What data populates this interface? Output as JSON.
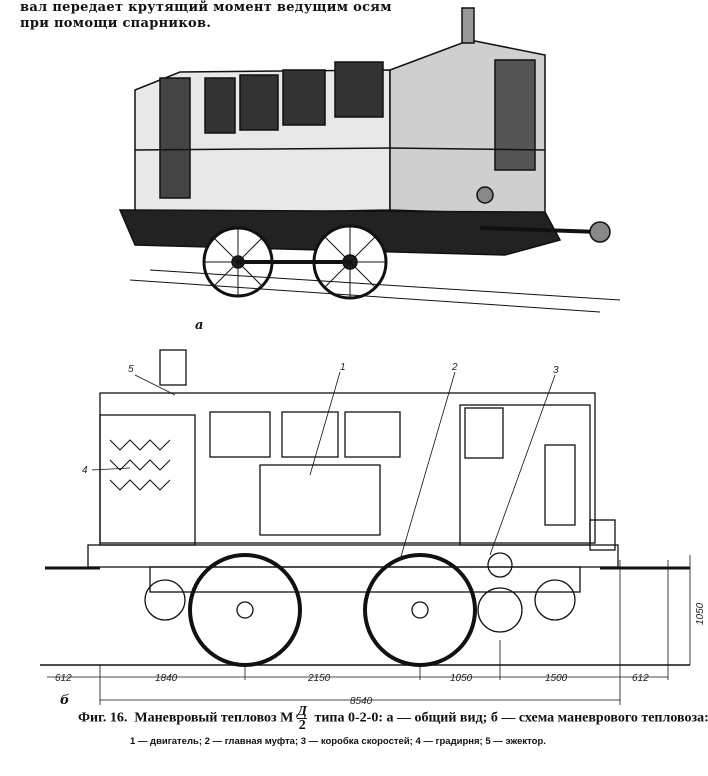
{
  "intro_text": [
    "вал передает крутящий момент ведущим осям",
    "при помощи спарников."
  ],
  "figure": {
    "panel_a_label": "а",
    "panel_b_label": "б",
    "callouts": [
      "1",
      "2",
      "3",
      "4",
      "5"
    ],
    "dimensions": {
      "horizontal": [
        "612",
        "1840",
        "2150",
        "1050",
        "1500",
        "612"
      ],
      "total": "8540",
      "height": "1050"
    },
    "caption": {
      "prefix": "Фиг. 16.",
      "title_start": "Маневровый тепловоз М",
      "fraction_top": "Д",
      "fraction_bottom": "2",
      "title_end": "типа 0-2-0:",
      "part_a": "а — общий вид;",
      "part_b": "б — схема маневрового тепловоза:"
    },
    "legend": "1 — двигатель; 2 — главная муфта; 3 — коробка скоростей; 4 — градирня; 5 — эжектор."
  }
}
